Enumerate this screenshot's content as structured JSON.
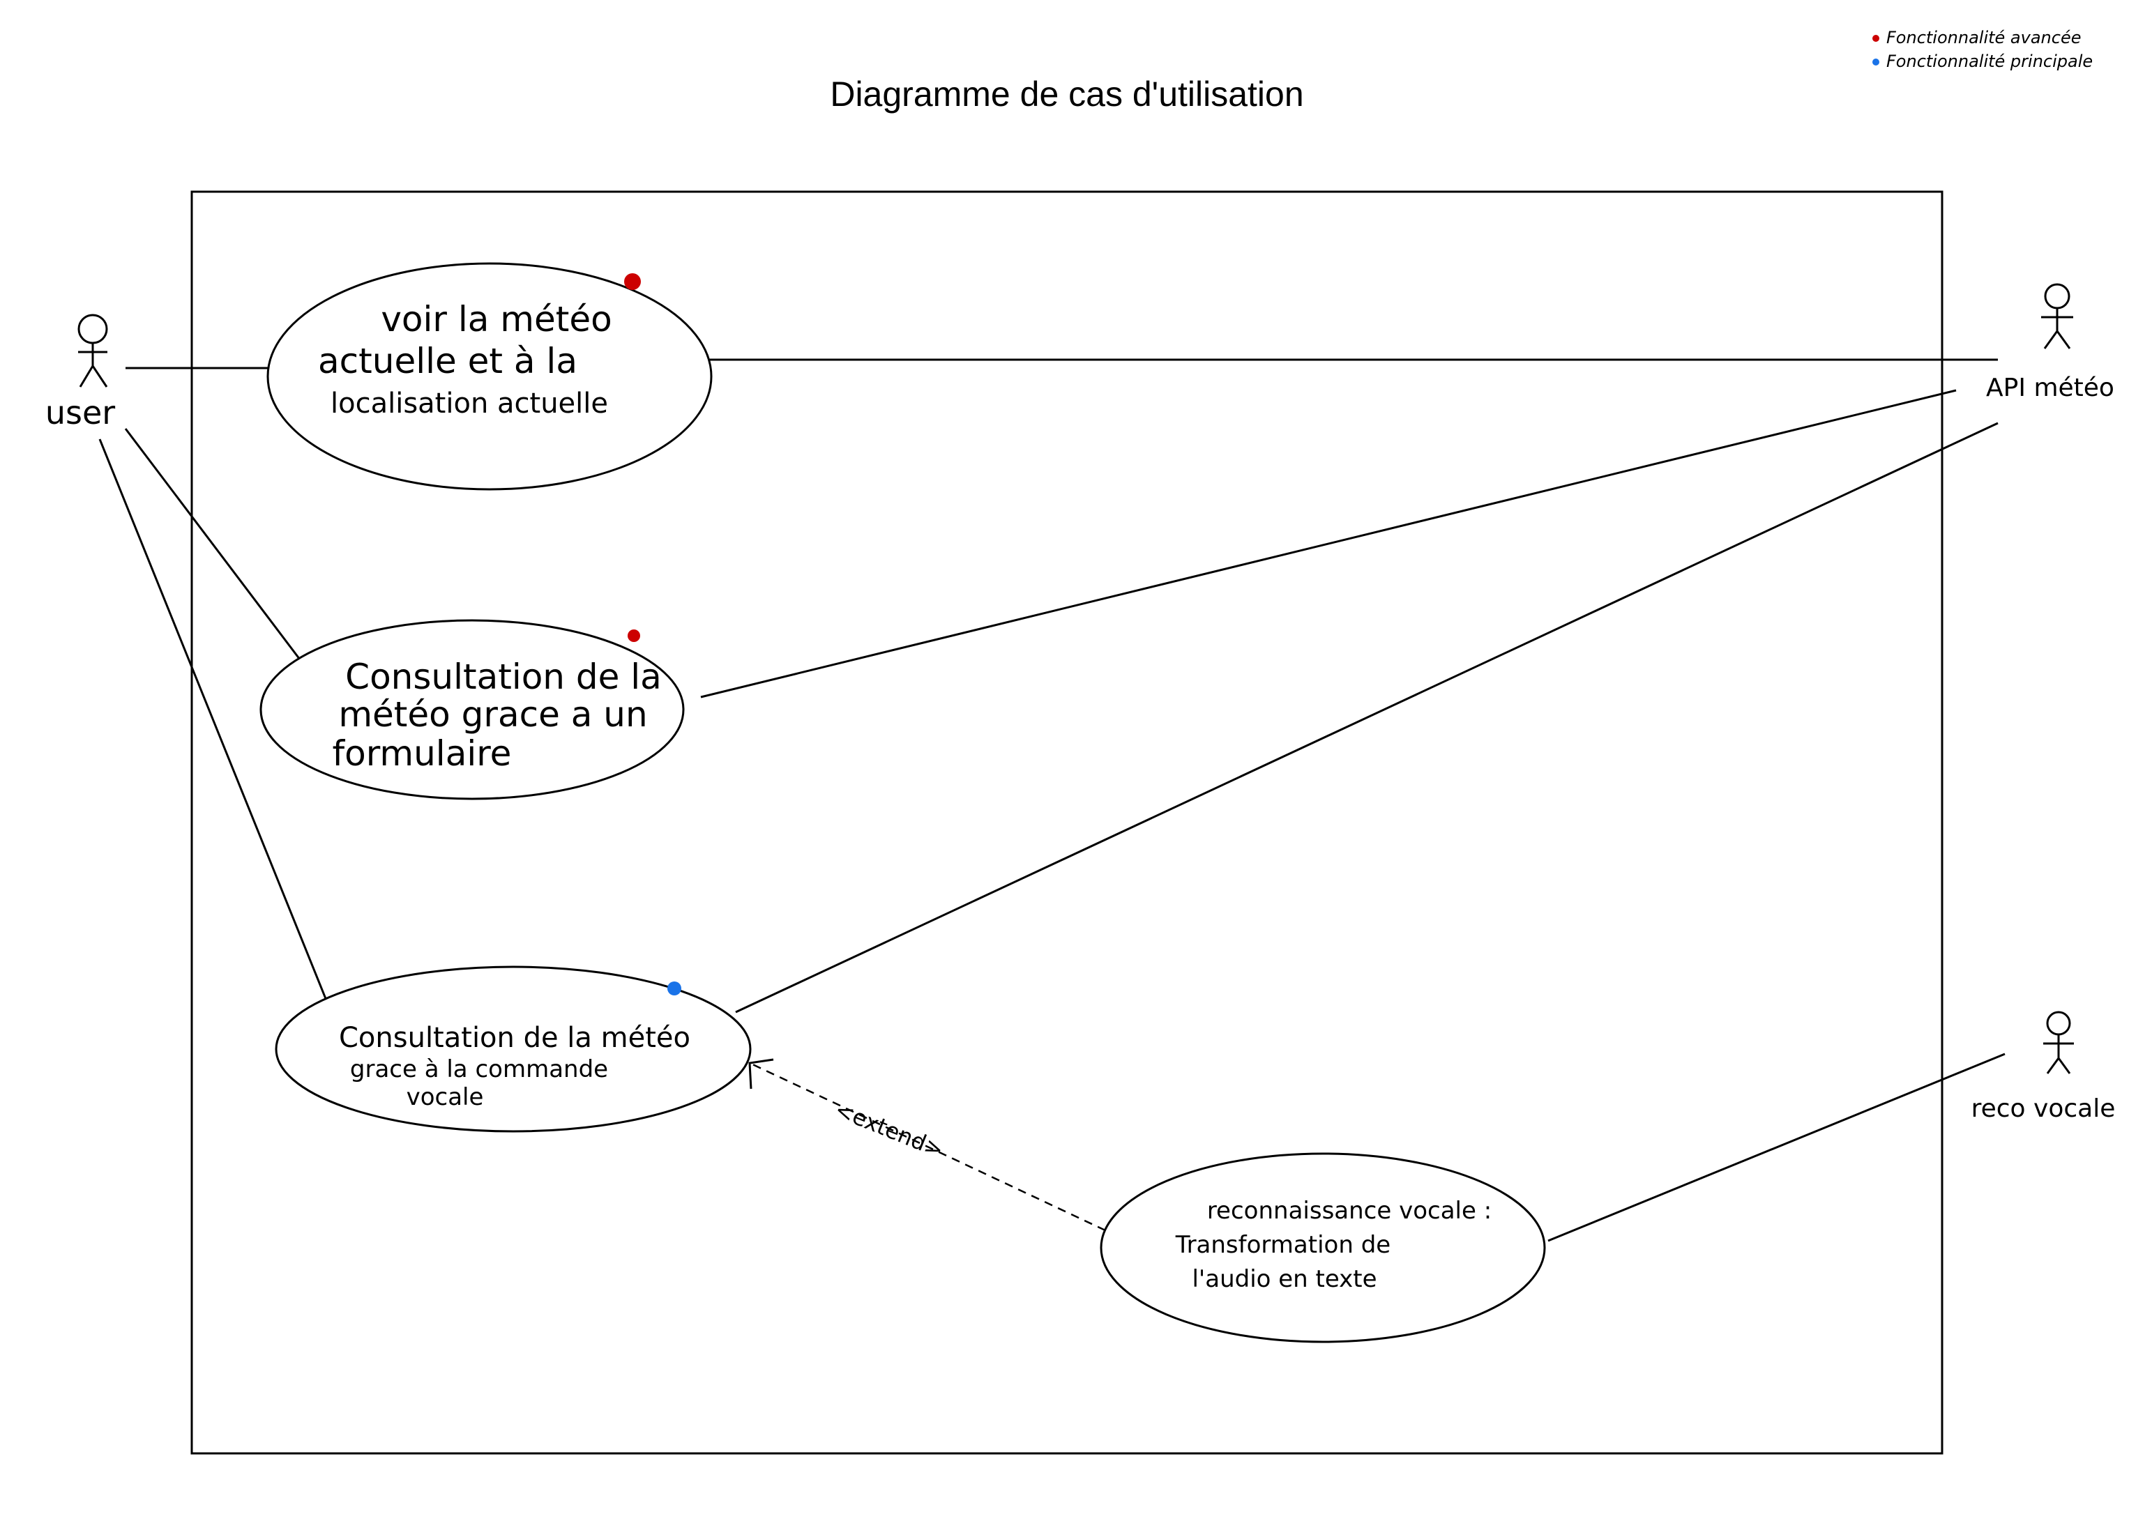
{
  "title": "Diagramme de cas d'utilisation",
  "legend": [
    {
      "label": "Fonctionnalité avancée",
      "color": "#cc0000"
    },
    {
      "label": "Fonctionnalité principale",
      "color": "#1a73e8"
    }
  ],
  "actors": {
    "user": "user",
    "api_meteo": "API météo",
    "reco_vocale": "reco vocale"
  },
  "use_cases": {
    "uc1": {
      "lines": [
        "voir la météo",
        "actuelle et à la",
        "localisation actuelle"
      ],
      "marker": "Fonctionnalité avancée"
    },
    "uc2": {
      "lines": [
        "Consultation de la",
        "météo grace a un",
        "formulaire"
      ],
      "marker": "Fonctionnalité avancée"
    },
    "uc3": {
      "lines": [
        "Consultation de la météo",
        "grace à la commande",
        "vocale"
      ],
      "marker": "Fonctionnalité principale"
    },
    "uc4": {
      "lines": [
        "reconnaissance vocale :",
        "Transformation de",
        "l'audio en texte"
      ]
    }
  },
  "relations": {
    "extend_label": "<extend>"
  }
}
